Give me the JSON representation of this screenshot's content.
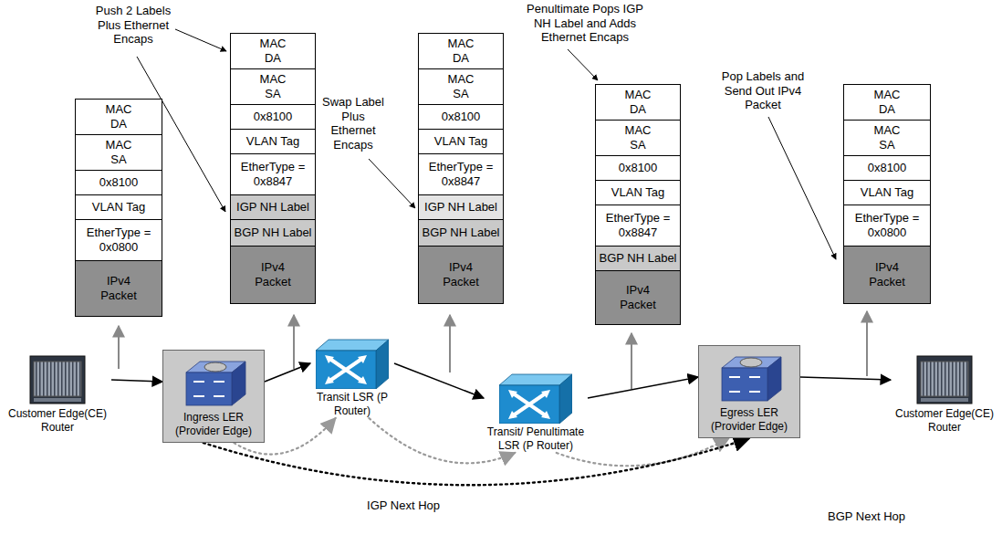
{
  "diagram": {
    "nodes": [
      {
        "text": [
          "MAC DA"
        ]
      },
      {
        "text": [
          "MAC SA"
        ]
      },
      {
        "text": [
          "0x8100"
        ]
      },
      {
        "text": [
          "VLAN Tag"
        ]
      },
      {
        "text": [
          "EtherType = 0x0800"
        ]
      },
      {
        "text": [
          "IPv4 Packet"
        ]
      },
      {
        "text": [
          "MAC DA"
        ]
      },
      {
        "text": [
          "MAC SA"
        ]
      },
      {
        "text": [
          "0x8100"
        ]
      },
      {
        "text": [
          "VLAN Tag"
        ]
      },
      {
        "text": [
          "EtherType = 0x8847"
        ]
      },
      {
        "text": [
          "IGP NH Label"
        ]
      },
      {
        "text": [
          "BGP NH Label"
        ]
      },
      {
        "text": [
          "IPv4 Packet"
        ]
      },
      {
        "text": [
          "MAC DA"
        ]
      },
      {
        "text": [
          "MAC SA"
        ]
      },
      {
        "text": [
          "0x8100"
        ]
      },
      {
        "text": [
          "VLAN Tag"
        ]
      },
      {
        "text": [
          "EtherType = 0x8847"
        ]
      },
      {
        "text": [
          "IGP NH Label"
        ]
      },
      {
        "text": [
          "BGP NH Label"
        ]
      },
      {
        "text": [
          "IPv4 Packet"
        ]
      },
      {
        "text": [
          "MAC DA"
        ]
      },
      {
        "text": [
          "MAC SA"
        ]
      },
      {
        "text": [
          "0x8100"
        ]
      },
      {
        "text": [
          "VLAN Tag"
        ]
      },
      {
        "text": [
          "EtherType = 0x8847"
        ]
      },
      {
        "text": [
          "BGP NH Label"
        ]
      },
      {
        "text": [
          "IPv4 Packet"
        ]
      },
      {
        "text": [
          "MAC DA"
        ]
      },
      {
        "text": [
          "MAC SA"
        ]
      },
      {
        "text": [
          "0x8100"
        ]
      },
      {
        "text": [
          "VLAN Tag"
        ]
      },
      {
        "text": [
          "EtherType = 0x0800"
        ]
      },
      {
        "text": [
          "IPv4 Packet"
        ]
      },
      {
        "text": [
          "Customer Edge(CE) Router"
        ]
      },
      {
        "text": [
          "Ingress LER (Provider Edge)"
        ]
      },
      {
        "text": [
          "Transit LSR (P Router)"
        ]
      },
      {
        "text": [
          "Transit/ Penultimate LSR (P Router)"
        ]
      },
      {
        "text": [
          "Egress LER (Provider Edge)"
        ]
      },
      {
        "text": [
          "Customer Edge(CE) Router"
        ]
      }
    ],
    "edges": [
      {
        "from": 35,
        "to": 36,
        "arrow": "to"
      },
      {
        "from": 36,
        "to": 37,
        "arrow": "to"
      },
      {
        "from": 37,
        "to": 38,
        "arrow": "to"
      },
      {
        "from": 38,
        "to": 39,
        "arrow": "to"
      },
      {
        "from": 39,
        "to": 40,
        "arrow": "to"
      },
      {
        "from": 36,
        "to": 37,
        "arrow": "to"
      },
      {
        "from": 37,
        "to": 38,
        "arrow": "to"
      },
      {
        "from": 38,
        "to": 39,
        "arrow": "to"
      },
      {
        "from": 36,
        "to": 39,
        "label": "BGP Next Hop",
        "arrow": "to"
      }
    ],
    "labels": [
      "Push 2 Labels Plus Ethernet Encaps",
      "Swap Label Plus Ethernet Encaps",
      "Penultimate Pops IGP NH Label and Adds Ethernet Encaps",
      "Pop Labels and Send Out IPv4 Packet",
      "IGP Next Hop"
    ]
  }
}
